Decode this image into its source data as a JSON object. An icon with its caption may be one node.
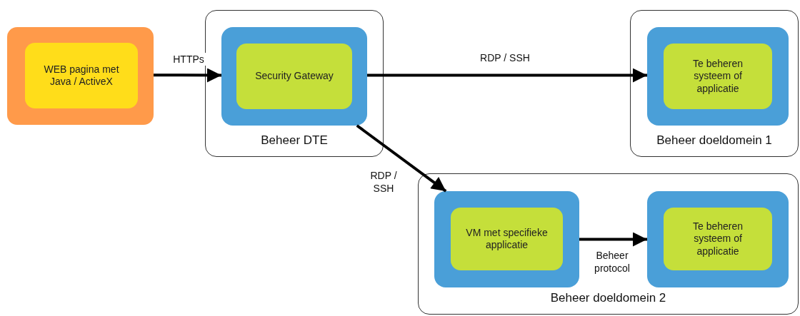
{
  "diagram": {
    "nodes": [
      {
        "text": [],
        "shape": "box"
      },
      {
        "text": [
          "WEB pagina met Java / ActiveX"
        ],
        "in": 0
      },
      {
        "text": [
          "Beheer DTE"
        ]
      },
      {
        "text": [],
        "shape": "box",
        "in": 2
      },
      {
        "text": [
          "Security Gateway"
        ],
        "in": 3
      },
      {
        "text": [
          "Beheer doeldomein 1"
        ]
      },
      {
        "text": [],
        "shape": "box",
        "in": 5
      },
      {
        "text": [
          "Te beheren systeem of applicatie"
        ],
        "in": 6
      },
      {
        "text": [
          "Beheer doeldomein 2"
        ]
      },
      {
        "text": [],
        "shape": "box",
        "in": 8
      },
      {
        "text": [
          "VM met specifieke applicatie"
        ],
        "in": 9
      },
      {
        "text": [],
        "shape": "box",
        "in": 8
      },
      {
        "text": [
          "Te beheren systeem of applicatie"
        ],
        "in": 11
      }
    ],
    "edges": [
      {
        "from": 0,
        "to": 3,
        "arrow": "to",
        "label": "HTTPs"
      },
      {
        "from": 3,
        "to": 6,
        "arrow": "to",
        "label": "RDP / SSH"
      },
      {
        "from": 3,
        "to": 9,
        "arrow": "to",
        "label": "RDP / SSH"
      },
      {
        "from": 9,
        "to": 11,
        "arrow": "to",
        "label": "Beheer protocol"
      }
    ]
  }
}
